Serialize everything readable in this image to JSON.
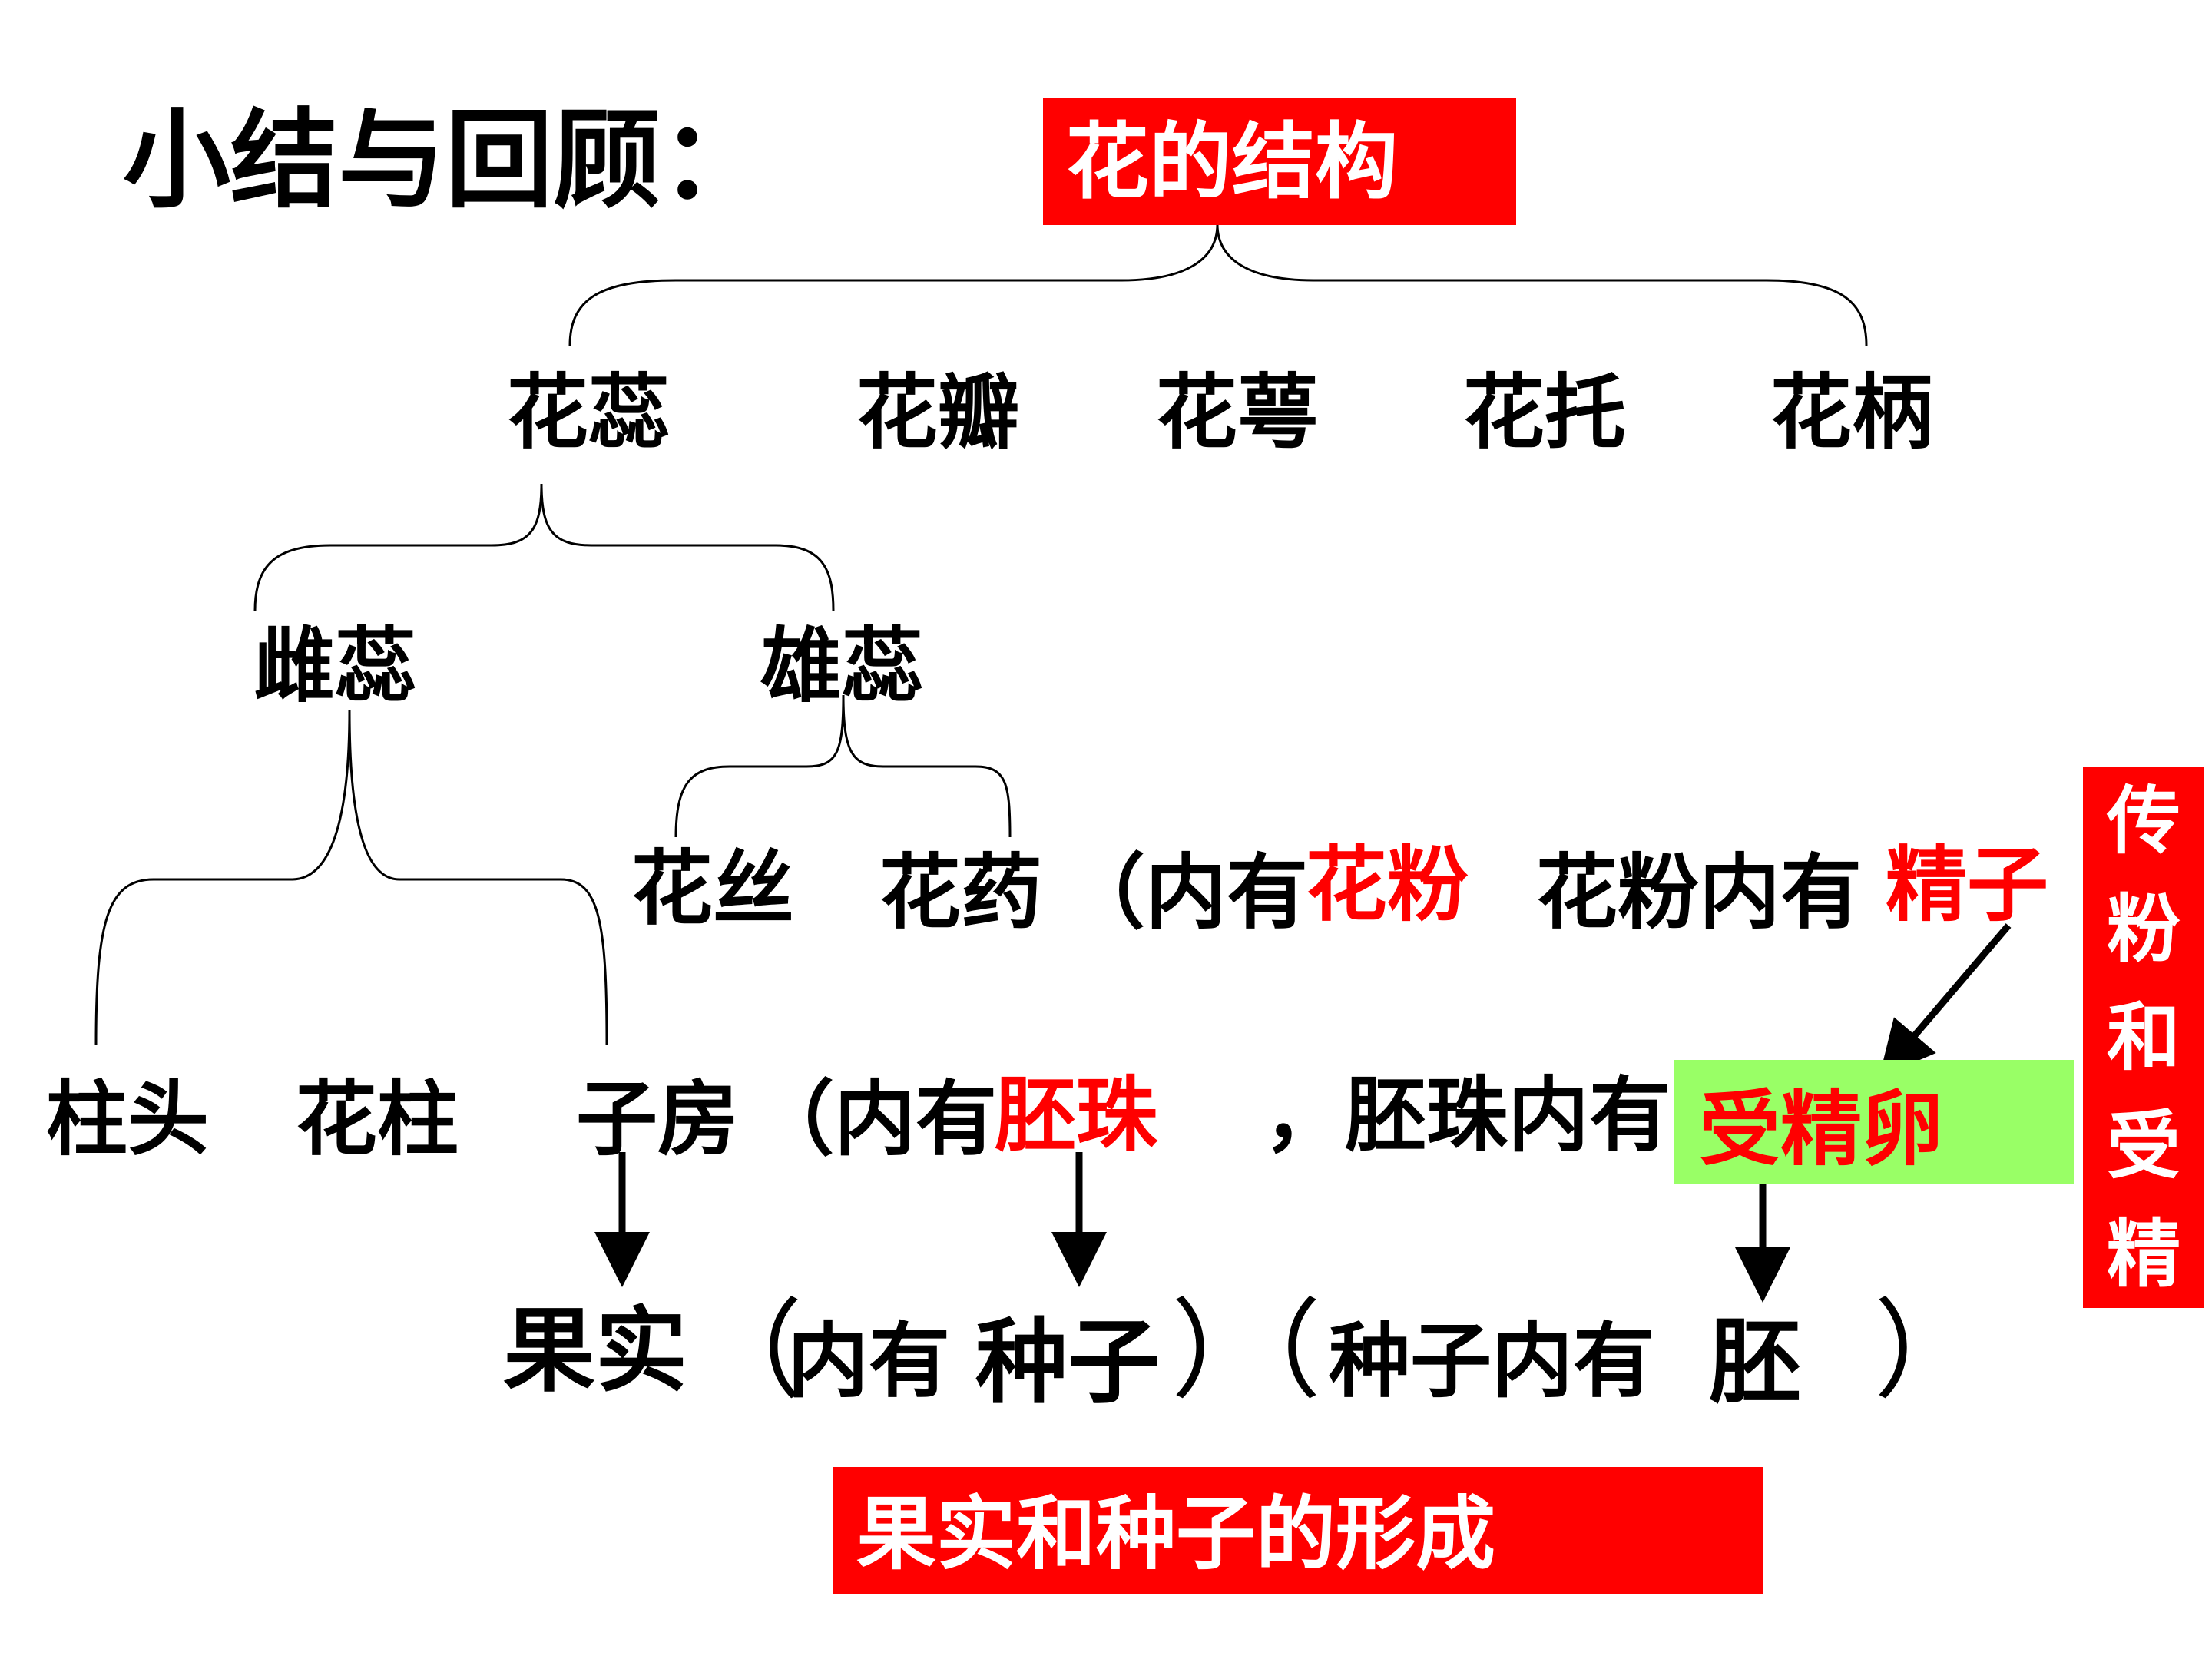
{
  "title": "小结与回顾：",
  "flower_structure_label": "花的结构",
  "level1": [
    "花蕊",
    "花瓣",
    "花萼",
    "花托",
    "花柄"
  ],
  "pistil": "雌蕊",
  "stamen": "雄蕊",
  "filament": "花丝",
  "anther": "花药",
  "anther_contains_prefix": "（内有",
  "pollen": "花粉",
  "pollen_contains": "花粉内有",
  "sperm": "精子",
  "stigma": "柱头",
  "style": "花柱",
  "ovary": "子房",
  "ovary_contains_prefix": "（内有",
  "ovule": "胚珠",
  "ovule_contains": "，胚珠内有",
  "fertilized_egg": "受精卵",
  "fruit": "果实",
  "open_paren": "（",
  "close_paren": "）",
  "contains": "内有",
  "seed": "种子",
  "seed_contains": "种子内有",
  "embryo": "胚",
  "fruit_seed_formation": "果实和种子的形成",
  "pollination_fertilization": [
    "传",
    "粉",
    "和",
    "受",
    "精"
  ],
  "colors": {
    "accent_red": "#ff0000",
    "green_box": "#99ff66",
    "text": "#000000"
  }
}
